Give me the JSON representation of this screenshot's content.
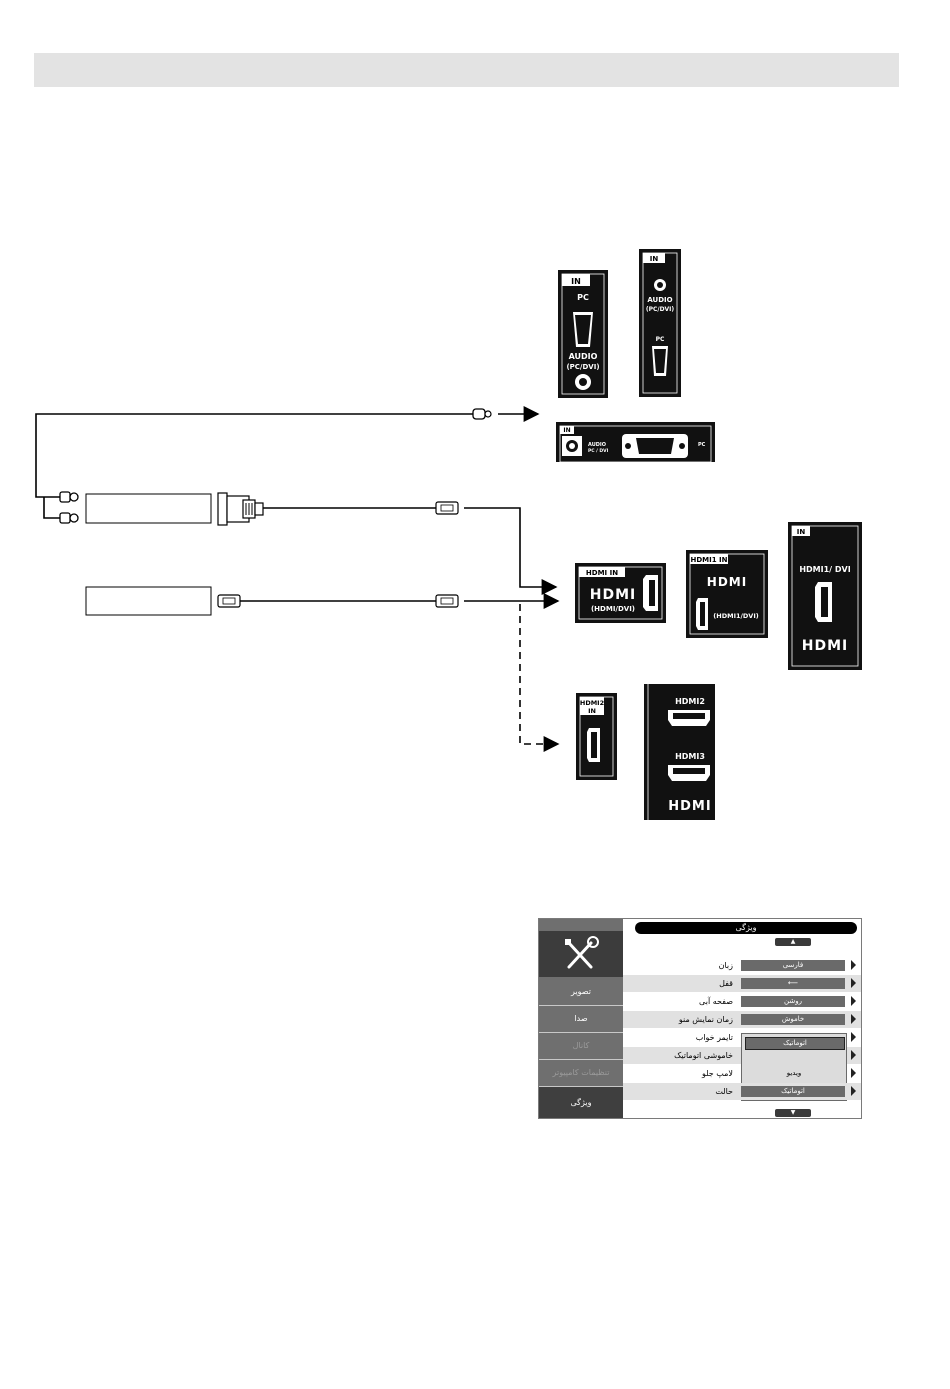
{
  "panels": {
    "pc_panel_vertical": {
      "in": "IN",
      "pc": "PC",
      "audio": "AUDIO",
      "audio_sub": "(PC/DVI)"
    },
    "pc_panel_narrow": {
      "in": "IN",
      "audio": "AUDIO",
      "audio_sub": "(PC/DVI)",
      "pc": "PC"
    },
    "pc_panel_horizontal": {
      "in": "IN",
      "audio": "AUDIO",
      "audio_sub": "PC / DVI",
      "pc": "PC"
    },
    "hdmi_in_wide": {
      "title": "HDMI IN",
      "logo": "HDMI",
      "sub": "(HDMI/DVI)"
    },
    "hdmi1_in": {
      "title": "HDMI1 IN",
      "logo": "HDMI",
      "sub": "(HDMI1/DVI)"
    },
    "hdmi1_dvi_tall": {
      "in": "IN",
      "title": "HDMI1/ DVI",
      "logo": "HDMI"
    },
    "hdmi2_in": {
      "title_line1": "HDMI2",
      "title_line2": "IN"
    },
    "hdmi23": {
      "port2": "HDMI2",
      "port3": "HDMI3",
      "logo": "HDMI"
    }
  },
  "osd": {
    "title": "ویژگی",
    "up_arrow": "▲",
    "down_arrow": "▼",
    "sidebar": [
      {
        "label": "تصویر",
        "state": "normal"
      },
      {
        "label": "صدا",
        "state": "normal"
      },
      {
        "label": "کانال",
        "state": "dim"
      },
      {
        "label": "تنظیمات کامپیوتر",
        "state": "dim"
      },
      {
        "label": "ویژگی",
        "state": "active"
      }
    ],
    "rows": [
      {
        "label": "زبان",
        "value": "فارسی",
        "shade": false
      },
      {
        "label": "قفل",
        "value": "⟵",
        "shade": true
      },
      {
        "label": "صفحه آبی",
        "value": "روشن",
        "shade": false
      },
      {
        "label": "زمان نمایش منو",
        "value": "خاموش",
        "shade": true
      },
      {
        "label": "تایمر خواب",
        "value": "",
        "shade": false
      },
      {
        "label": "خاموشی اتوماتیک",
        "value": "",
        "shade": true
      },
      {
        "label": "لامپ جلو",
        "value": "",
        "shade": false
      },
      {
        "label": "حالت",
        "value": "اتوماتیک",
        "shade": true
      }
    ],
    "dropdown": [
      {
        "label": "اتوماتیک",
        "selected": true
      },
      {
        "label": "ویدیو",
        "selected": false
      }
    ]
  }
}
